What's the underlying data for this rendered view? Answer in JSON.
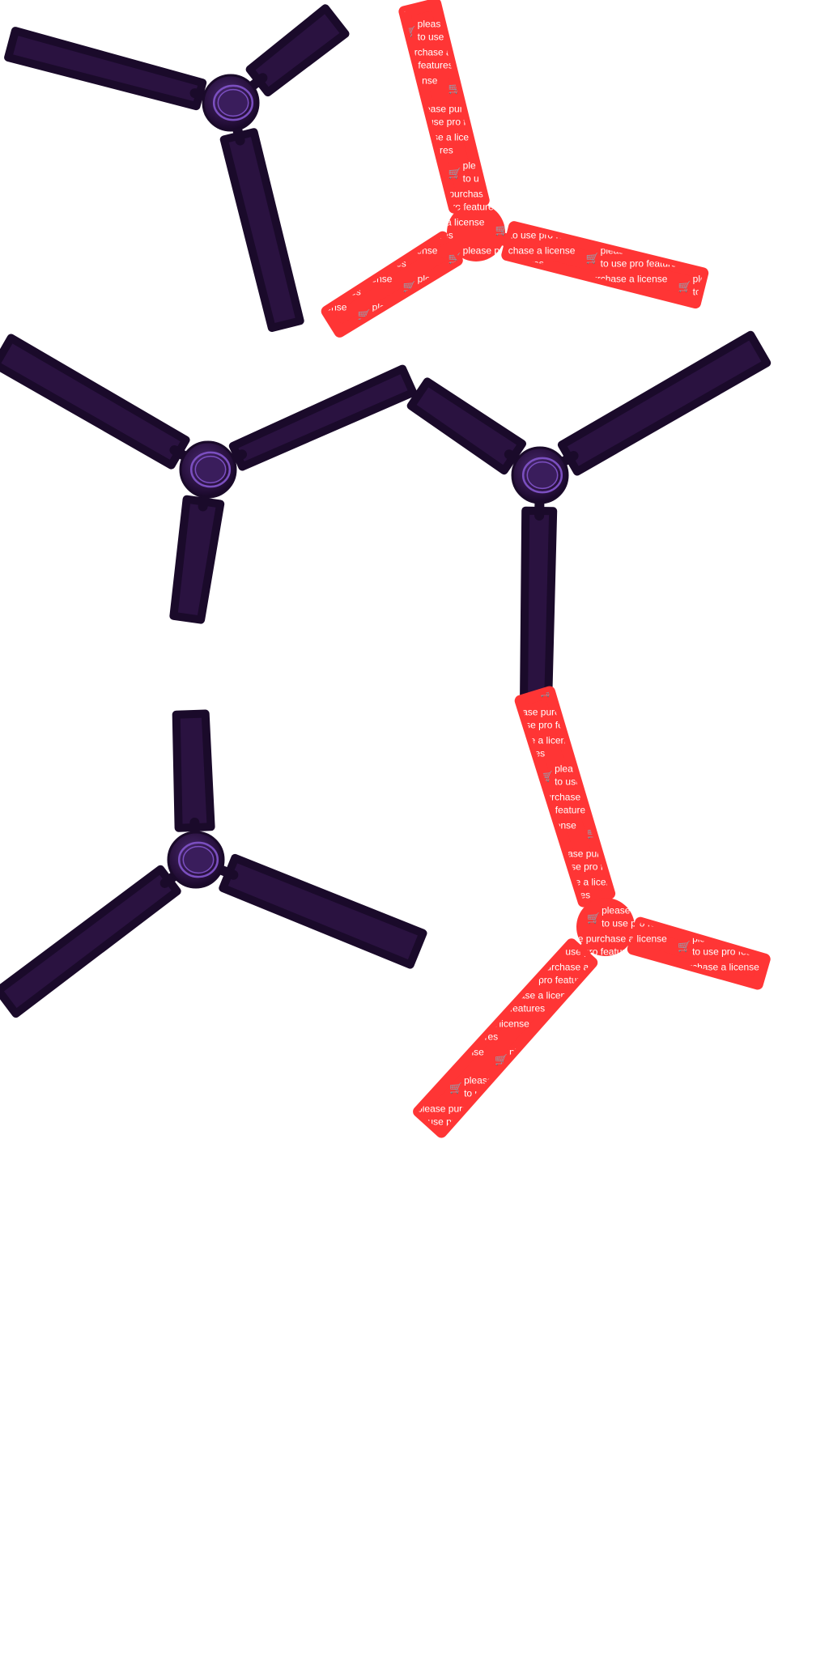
{
  "canvas": {
    "background": "#ffffff"
  },
  "colors": {
    "blade_dark": "#2a1240",
    "blade_edge": "#1a0a2a",
    "hub_dark": "#241038",
    "hub_ring": "#7b4fc0",
    "hub_inner": "#3a1d5c",
    "watermark_red": "#ff3535",
    "watermark_text": "#ffffff"
  },
  "watermark": {
    "line1": "please purchase a license",
    "line2": "to use pro features",
    "icon": "shopping-cart-icon"
  },
  "fans": [
    {
      "id": "fan-1",
      "variant": "purple"
    },
    {
      "id": "fan-2",
      "variant": "watermarked"
    },
    {
      "id": "fan-3",
      "variant": "purple"
    },
    {
      "id": "fan-4",
      "variant": "purple"
    },
    {
      "id": "fan-5",
      "variant": "purple"
    },
    {
      "id": "fan-6",
      "variant": "watermarked"
    }
  ]
}
